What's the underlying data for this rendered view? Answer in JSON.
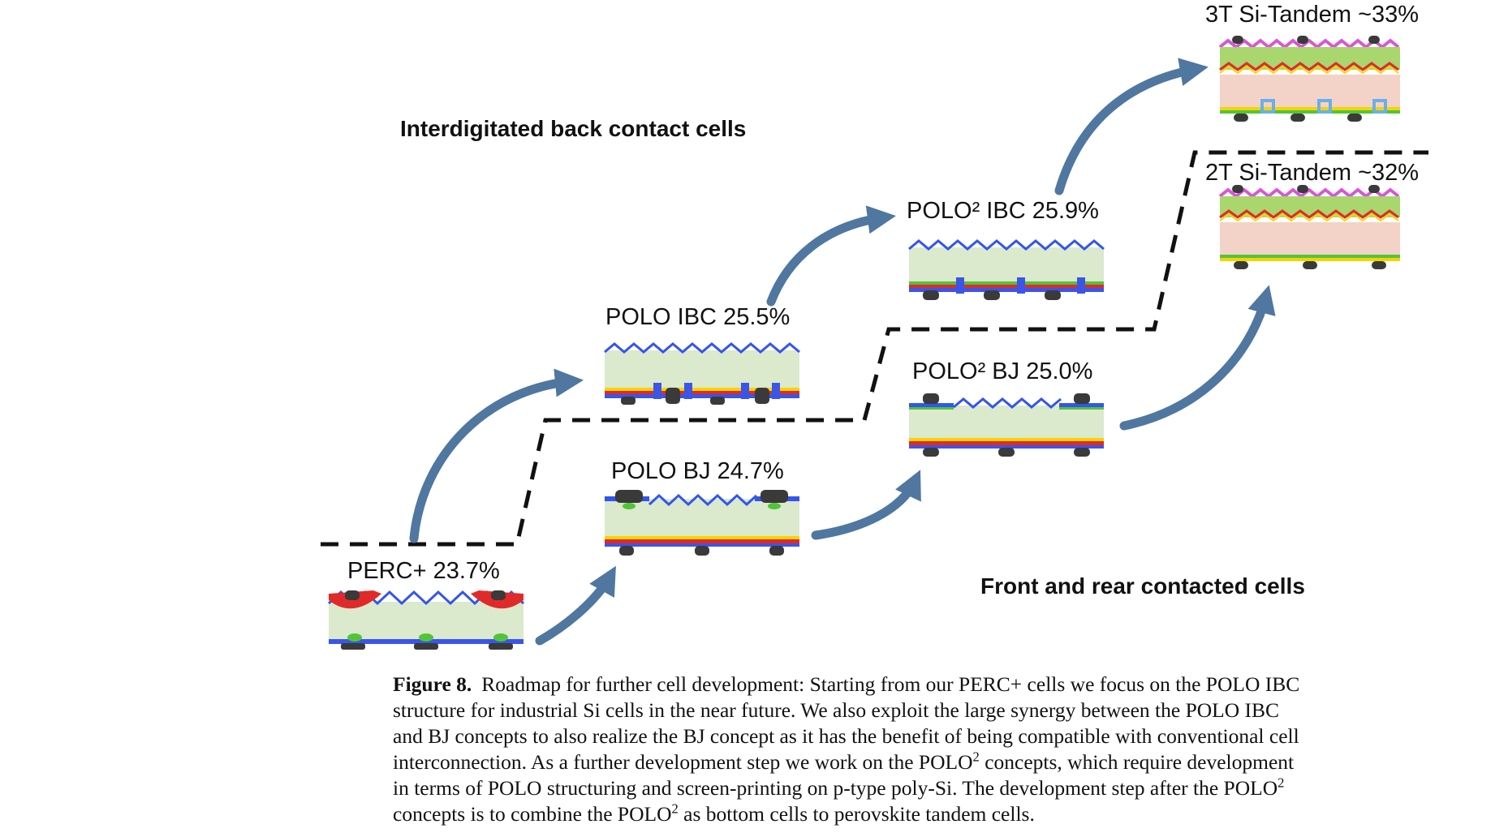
{
  "figure": {
    "section_labels": {
      "ibc": "Interdigitated back contact cells",
      "front_rear": "Front and rear contacted cells"
    },
    "cells": {
      "perc": {
        "name": "PERC+",
        "efficiency": "23.7%"
      },
      "polo_bj": {
        "name": "POLO BJ",
        "efficiency": "24.7%"
      },
      "polo_ibc": {
        "name": "POLO IBC",
        "efficiency": "25.5%"
      },
      "polo2_ibc": {
        "name": "POLO² IBC",
        "efficiency": "25.9%"
      },
      "polo2_bj": {
        "name": "POLO² BJ",
        "efficiency": "25.0%"
      },
      "tandem_3t": {
        "name": "3T Si-Tandem",
        "efficiency": "~33%"
      },
      "tandem_2t": {
        "name": "2T Si-Tandem",
        "efficiency": "~32%"
      }
    },
    "colors": {
      "arrow": "#4f77a0",
      "silicon": "#dbe9cc",
      "metal_contact": "#3a3a3a",
      "rear_blue": "#3b55e6",
      "front_texture_blue": "#3355ee",
      "red_layer": "#e02a2a",
      "yellow_layer": "#f5d400",
      "green_layer": "#52c43a",
      "perovskite": "#f3d3c8",
      "tco_magenta": "#d855d8"
    }
  },
  "caption": {
    "label": "Figure 8.",
    "lines": [
      "Roadmap for further cell development: Starting from our PERC+ cells we focus on the POLO IBC",
      "structure for industrial Si cells in the near future. We also exploit the large synergy between the POLO IBC",
      "and BJ concepts to also realize the BJ concept as it has the benefit of being compatible with conventional cell",
      "interconnection. As a further development step we work on the POLO",
      " concepts, which require development",
      "in terms of POLO structuring and screen-printing on p-type poly-Si. The development step after the POLO",
      "",
      "concepts is to combine the POLO",
      " as bottom cells to perovskite tandem cells."
    ],
    "superscript": "2"
  }
}
